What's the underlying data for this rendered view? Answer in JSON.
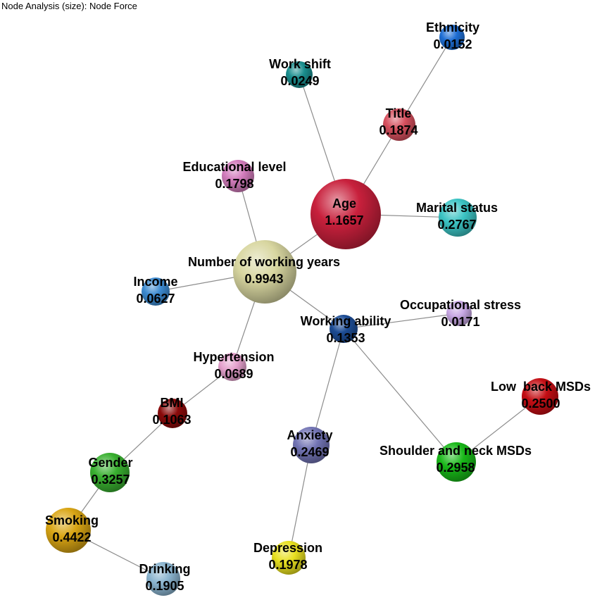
{
  "header": {
    "title": "Node Analysis (size): Node Force"
  },
  "nodes": [
    {
      "id": "age",
      "name": "Age",
      "value": "1.1657",
      "color": "#c8203c"
    },
    {
      "id": "working_years",
      "name": "Number of working years",
      "value": "0.9943",
      "color": "#d8d6a0"
    },
    {
      "id": "smoking",
      "name": "Smoking",
      "value": "0.4422",
      "color": "#d9a514"
    },
    {
      "id": "gender",
      "name": "Gender",
      "value": "0.3257",
      "color": "#39b030"
    },
    {
      "id": "shoulder_neck",
      "name": "Shoulder and neck MSDs",
      "value": "0.2958",
      "color": "#18b818"
    },
    {
      "id": "marital",
      "name": "Marital status",
      "value": "0.2767",
      "color": "#3cc4c4"
    },
    {
      "id": "low_back",
      "name": "Low  back MSDs",
      "value": "0.2500",
      "color": "#c40e14"
    },
    {
      "id": "anxiety",
      "name": "Anxiety",
      "value": "0.2469",
      "color": "#7274b4"
    },
    {
      "id": "depression",
      "name": "Depression",
      "value": "0.1978",
      "color": "#e8e020"
    },
    {
      "id": "drinking",
      "name": "Drinking",
      "value": "0.1905",
      "color": "#8ab4cf"
    },
    {
      "id": "title",
      "name": "Title",
      "value": "0.1874",
      "color": "#d6505e"
    },
    {
      "id": "education",
      "name": "Educational level",
      "value": "0.1798",
      "color": "#d27cbc"
    },
    {
      "id": "working_ability",
      "name": "Working ability",
      "value": "0.1353",
      "color": "#1c4c94"
    },
    {
      "id": "bmi",
      "name": "BMI",
      "value": "0.1063",
      "color": "#8a0a0a"
    },
    {
      "id": "hypertension",
      "name": "Hypertension",
      "value": "0.0689",
      "color": "#e4a0cc"
    },
    {
      "id": "income",
      "name": "Income",
      "value": "0.0627",
      "color": "#3c8ad0"
    },
    {
      "id": "work_shift",
      "name": "Work shift",
      "value": "0.0249",
      "color": "#1a8e8e"
    },
    {
      "id": "occupational_stress",
      "name": "Occupational stress",
      "value": "0.0171",
      "color": "#c8a8e4"
    },
    {
      "id": "ethnicity",
      "name": "Ethnicity",
      "value": "0.0152",
      "color": "#1e6ed4"
    }
  ],
  "edges": [
    [
      "ethnicity",
      "title"
    ],
    [
      "title",
      "age"
    ],
    [
      "work_shift",
      "age"
    ],
    [
      "marital",
      "age"
    ],
    [
      "age",
      "working_years"
    ],
    [
      "education",
      "working_years"
    ],
    [
      "income",
      "working_years"
    ],
    [
      "working_years",
      "working_ability"
    ],
    [
      "working_years",
      "hypertension"
    ],
    [
      "working_ability",
      "occupational_stress"
    ],
    [
      "working_ability",
      "anxiety"
    ],
    [
      "working_ability",
      "shoulder_neck"
    ],
    [
      "shoulder_neck",
      "low_back"
    ],
    [
      "anxiety",
      "depression"
    ],
    [
      "hypertension",
      "bmi"
    ],
    [
      "bmi",
      "gender"
    ],
    [
      "gender",
      "smoking"
    ],
    [
      "smoking",
      "drinking"
    ]
  ]
}
